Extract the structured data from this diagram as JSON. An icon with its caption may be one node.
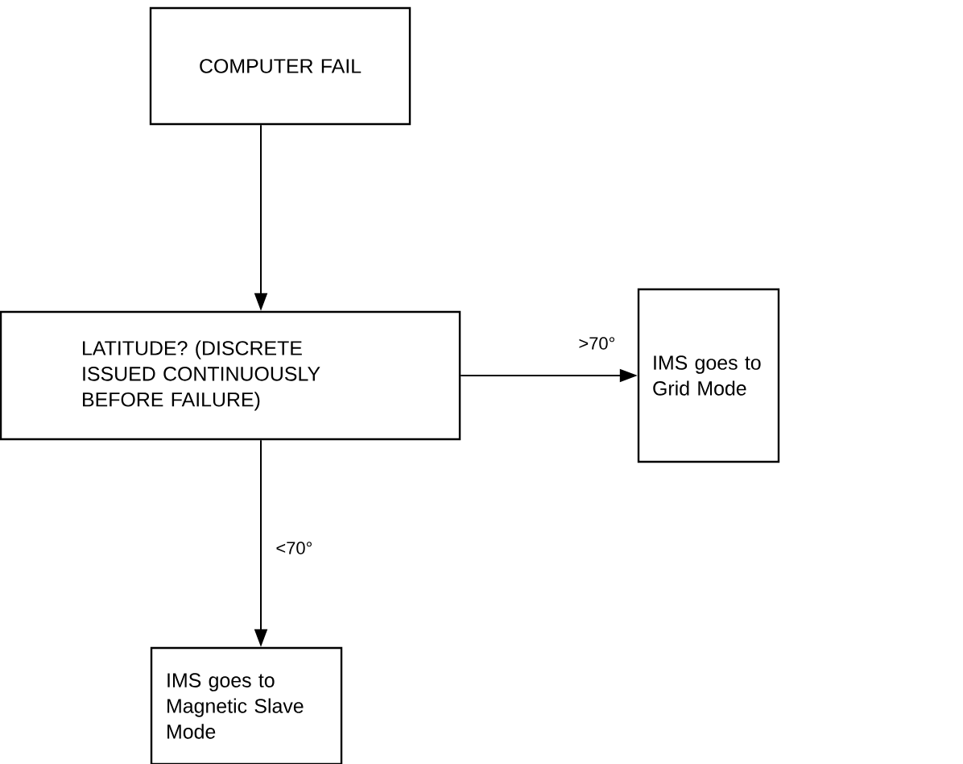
{
  "diagram": {
    "nodes": [
      {
        "text": [
          "COMPUTER FAIL"
        ]
      },
      {
        "text": [
          "LATITUDE? (DISCRETE ISSUED CONTINUOUSLY BEFORE FAILURE)"
        ]
      },
      {
        "text": [
          "IMS goes to Grid Mode"
        ]
      },
      {
        "text": [
          "IMS goes to Magnetic Slave Mode"
        ]
      }
    ],
    "edges": [
      {
        "from": 0,
        "to": 1,
        "arrow": "to"
      },
      {
        "from": 1,
        "to": 2,
        "arrow": "to",
        "label": ">70°"
      },
      {
        "from": 1,
        "to": 3,
        "arrow": "to",
        "label": "<70°"
      }
    ]
  }
}
